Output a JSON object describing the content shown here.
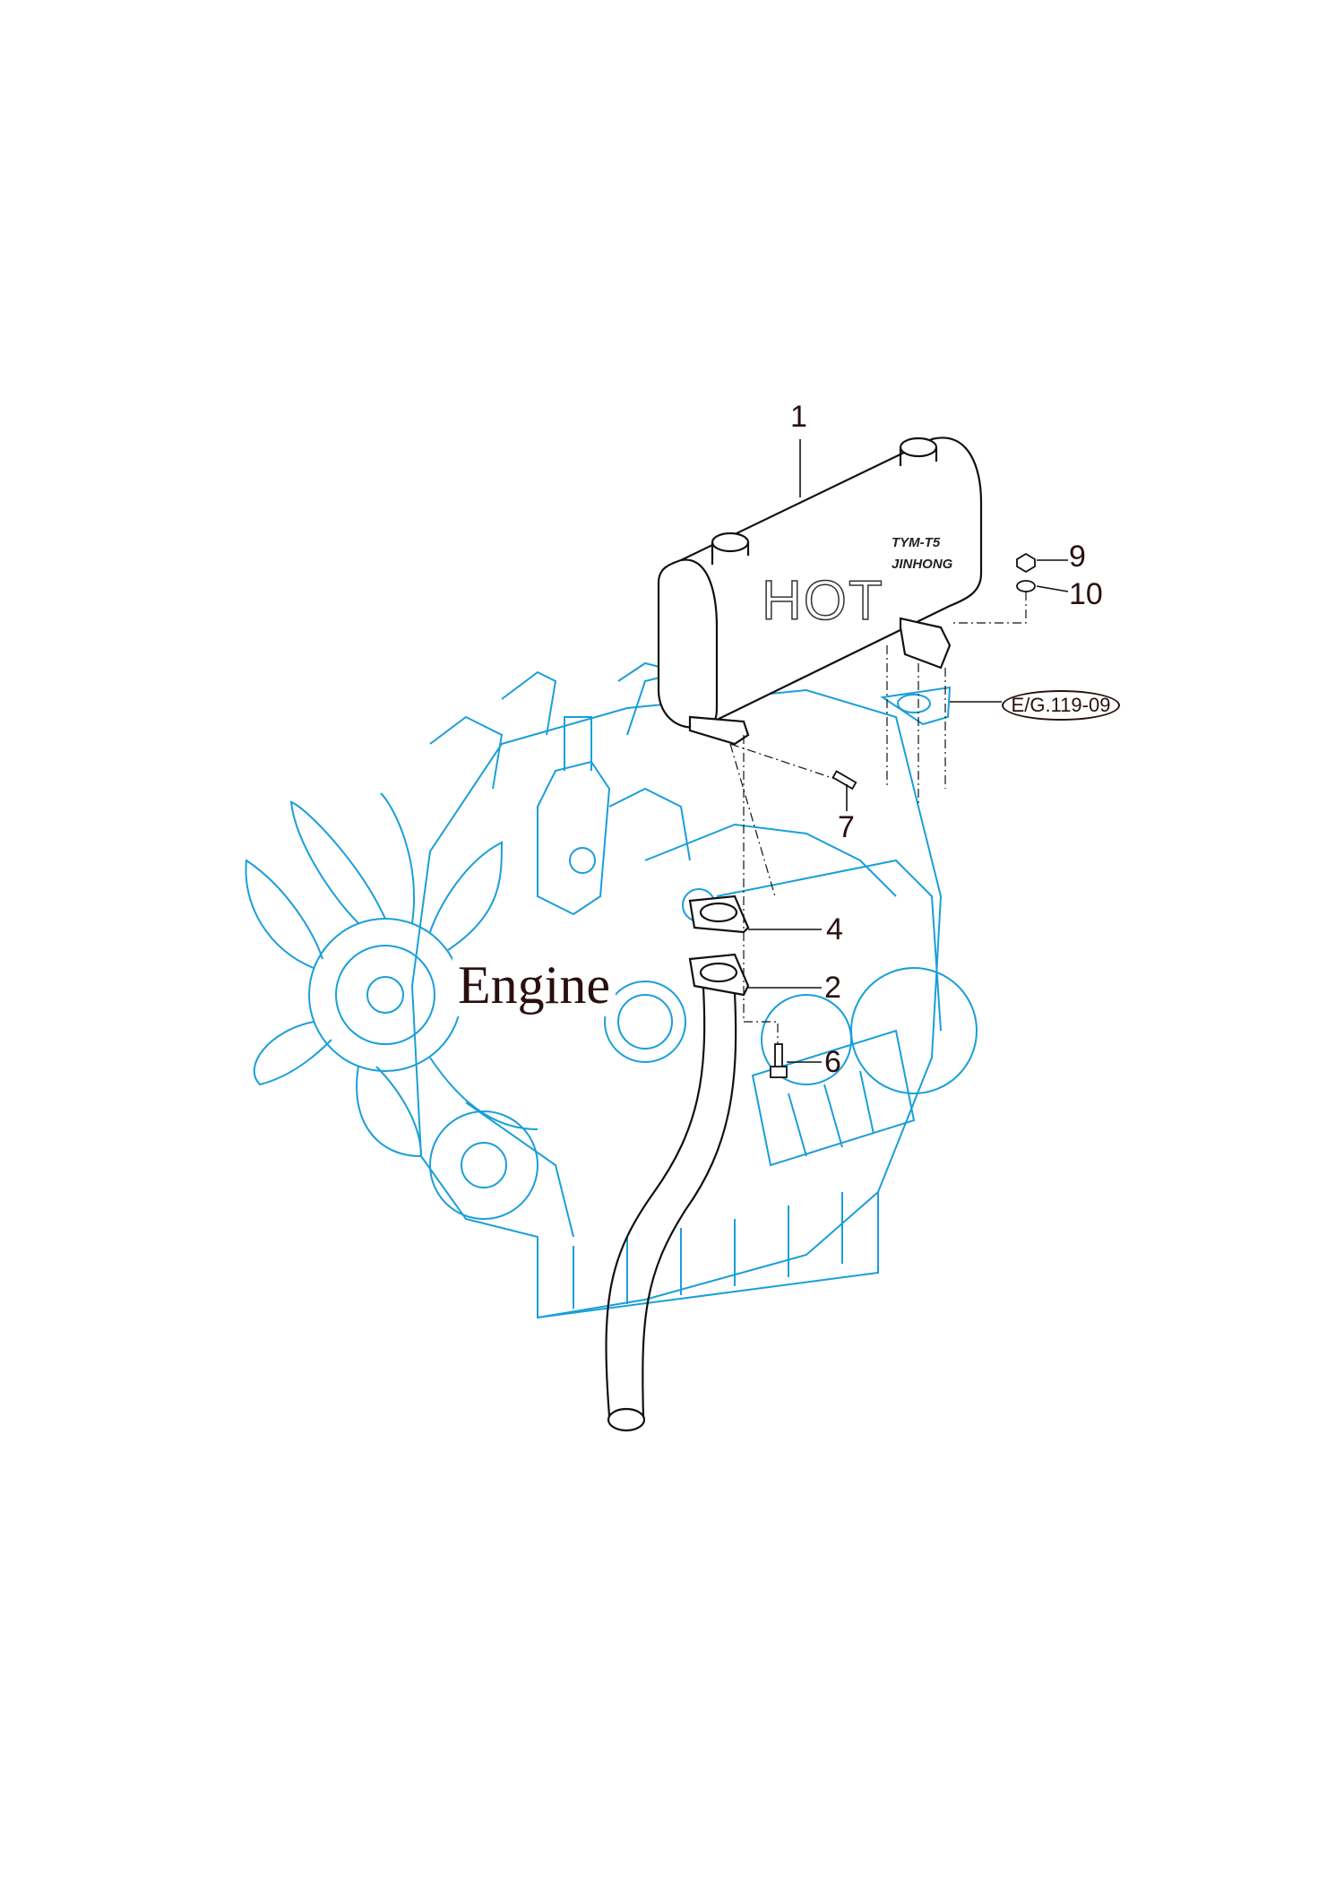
{
  "diagram": {
    "assembly_label": "Engine",
    "muffler_markings": {
      "warning": "HOT",
      "model": "TYM-T5",
      "maker": "JINHONG"
    },
    "reference": "E/G.119-09",
    "callouts": [
      "1",
      "2",
      "4",
      "6",
      "7",
      "9",
      "10"
    ],
    "colors": {
      "engine_line": "#1a9fd8",
      "part_line": "#111111",
      "label_text": "#2a0f0f"
    }
  }
}
